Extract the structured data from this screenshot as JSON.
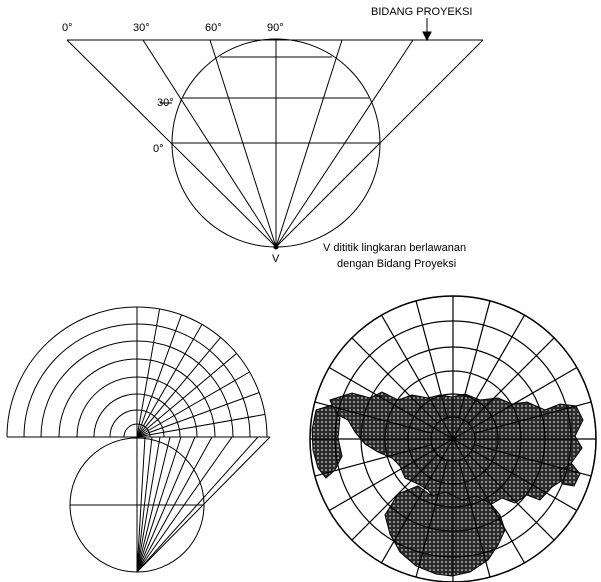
{
  "top_diagram": {
    "plane_label": "BIDANG PROYEKSI",
    "top_angles": [
      "0°",
      "30°",
      "60°",
      "90°"
    ],
    "side_angles": [
      "30°",
      "0°"
    ],
    "vertex_label": "V",
    "caption_line1": "V dititik lingkaran berlawanan",
    "caption_line2": "dengan Bidang Proyeksi"
  },
  "colors": {
    "line": "#000000",
    "land": "#3a3a3a",
    "background": "#ffffff"
  }
}
